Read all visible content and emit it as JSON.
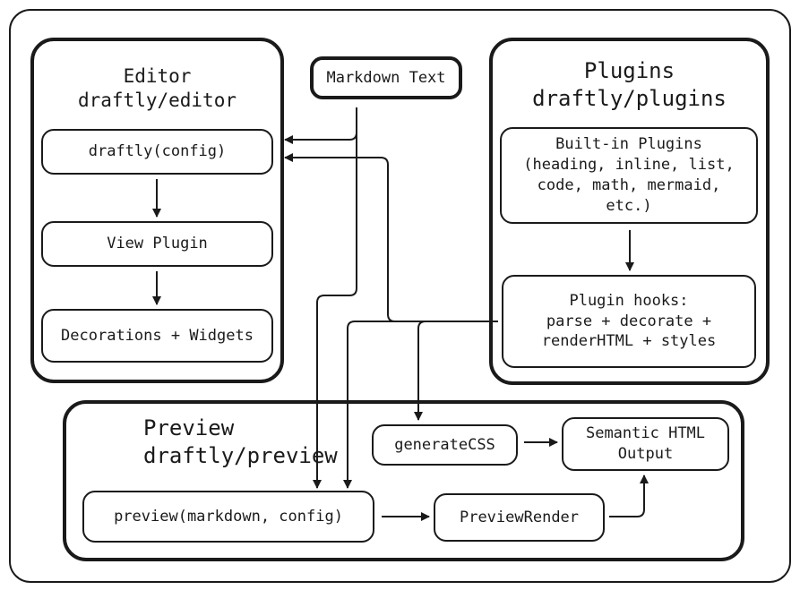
{
  "groups": {
    "editor": {
      "title": "Editor\ndraftly/editor"
    },
    "plugins": {
      "title": "Plugins\ndraftly/plugins"
    },
    "preview": {
      "title": "Preview\ndraftly/preview"
    }
  },
  "nodes": {
    "markdown_text": "Markdown Text",
    "draftly_config": "draftly(config)",
    "view_plugin": "View Plugin",
    "decorations_widgets": "Decorations + Widgets",
    "builtin_plugins": "Built-in Plugins\n(heading, inline, list,\ncode, math, mermaid,\netc.)",
    "plugin_hooks": "Plugin hooks:\nparse + decorate +\nrenderHTML + styles",
    "generate_css": "generateCSS",
    "semantic_html": "Semantic HTML\nOutput",
    "preview_fn": "preview(markdown, config)",
    "preview_render": "PreviewRender"
  },
  "edges": [
    {
      "from": "markdown_text",
      "to": "draftly_config"
    },
    {
      "from": "markdown_text",
      "to": "preview_fn"
    },
    {
      "from": "draftly_config",
      "to": "view_plugin"
    },
    {
      "from": "view_plugin",
      "to": "decorations_widgets"
    },
    {
      "from": "builtin_plugins",
      "to": "plugin_hooks"
    },
    {
      "from": "plugin_hooks",
      "to": "draftly_config"
    },
    {
      "from": "plugin_hooks",
      "to": "preview_fn"
    },
    {
      "from": "plugin_hooks",
      "to": "generate_css"
    },
    {
      "from": "generate_css",
      "to": "semantic_html"
    },
    {
      "from": "preview_fn",
      "to": "preview_render"
    },
    {
      "from": "preview_render",
      "to": "semantic_html"
    }
  ],
  "colors": {
    "stroke": "#1a1a1a",
    "background": "#ffffff"
  }
}
